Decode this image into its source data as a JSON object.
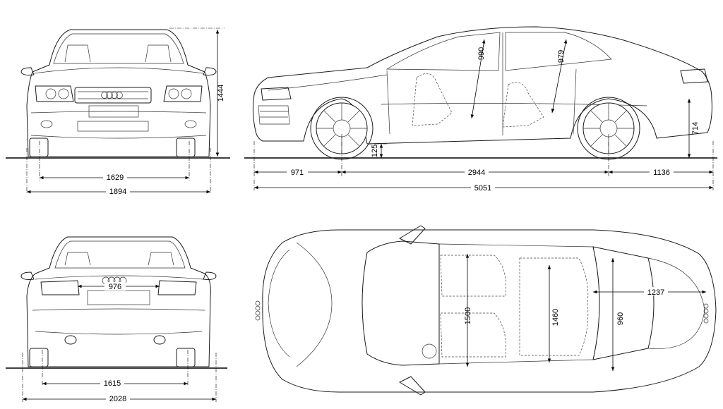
{
  "dimensions": {
    "front_height": "1444",
    "front_track": "1629",
    "front_width": "1894",
    "side_front_overhang": "971",
    "side_wheelbase": "2944",
    "side_rear_overhang": "1136",
    "side_length": "5051",
    "side_ground_clearance": "125",
    "side_headroom_front": "990",
    "side_headroom_rear": "979",
    "side_loading_height": "714",
    "rear_trunk_width": "976",
    "rear_track": "1615",
    "rear_width_mirrors": "2028",
    "top_shoulder_front": "1500",
    "top_shoulder_rear": "1460",
    "top_trunk_length": "1237",
    "top_trunk_width": "960"
  }
}
